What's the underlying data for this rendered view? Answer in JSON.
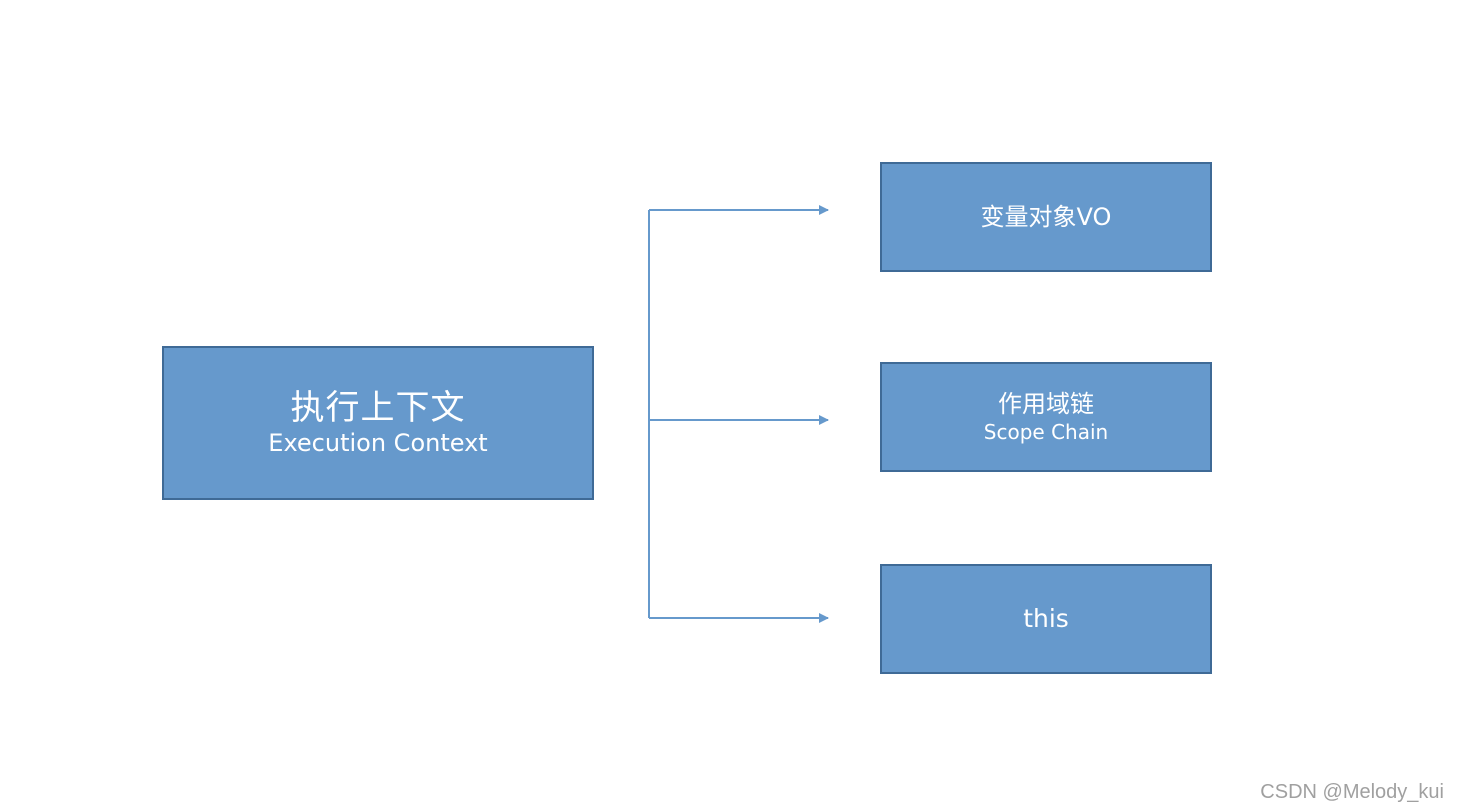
{
  "diagram": {
    "main_node": {
      "label_cn": "执行上下文",
      "label_en": "Execution Context"
    },
    "children": [
      {
        "label_cn": "变量对象VO",
        "label_en": ""
      },
      {
        "label_cn": "作用域链",
        "label_en": "Scope Chain"
      },
      {
        "label_cn": "this",
        "label_en": ""
      }
    ],
    "colors": {
      "box_fill": "#6699cc",
      "box_border": "#3f6a96",
      "connector": "#6699cc",
      "text": "#ffffff"
    }
  },
  "watermark": "CSDN @Melody_kui"
}
